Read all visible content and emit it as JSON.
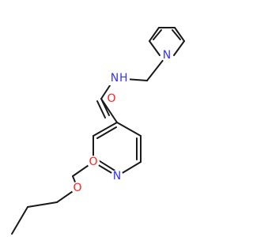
{
  "atoms": {
    "pyrrole_n": {
      "symbol": "N",
      "color": "#3333ff"
    },
    "amide_n": {
      "symbol": "N",
      "hydrogen": "H",
      "color": "#3333ff"
    },
    "carbonyl_o": {
      "symbol": "O",
      "color": "#ff2020"
    },
    "pyridine_n": {
      "symbol": "N",
      "color": "#3333ff"
    },
    "ether_o1": {
      "symbol": "O",
      "color": "#ff2020"
    },
    "ether_o2": {
      "symbol": "O",
      "color": "#ff2020"
    }
  },
  "bond_color": "#1a1a1a"
}
